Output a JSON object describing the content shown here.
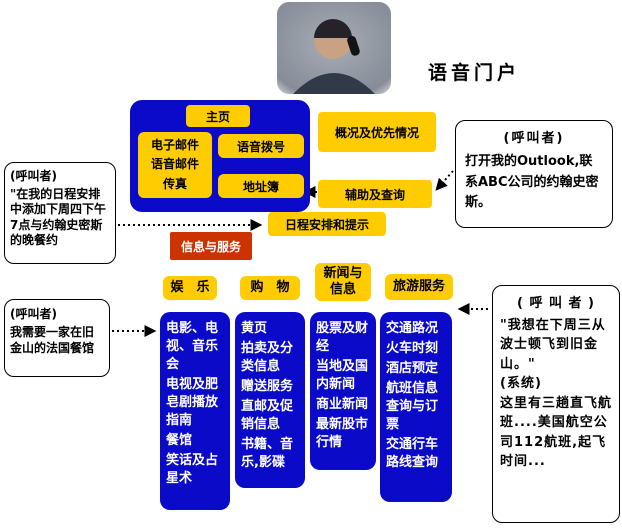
{
  "title": "语音门户",
  "colors": {
    "blue": "#0a0ac8",
    "yellow": "#ffcc00",
    "red": "#cc3300"
  },
  "home": {
    "label": "主页",
    "mail_lines": [
      "电子邮件",
      "语音邮件",
      "传真"
    ],
    "voice_dial": "语音拨号",
    "address_book": "地址簿"
  },
  "features": {
    "overview": "概况及优先情况",
    "assist": "辅助及查询",
    "schedule": "日程安排和提示"
  },
  "services_header": "信息与服务",
  "categories": [
    {
      "label": "娱　乐",
      "items": [
        "电影、电视、音乐会",
        "电视及肥皂剧播放指南",
        "餐馆",
        "笑话及占星术"
      ]
    },
    {
      "label": "购　物",
      "items": [
        "黄页",
        "拍卖及分类信息",
        "赠送服务",
        "直邮及促销信息",
        "书籍、音乐,影碟"
      ]
    },
    {
      "label": "新闻与信息",
      "items": [
        "股票及财经",
        "当地及国内新闻",
        "商业新闻",
        "最新股市行情"
      ]
    },
    {
      "label": "旅游服务",
      "items": [
        "交通路况",
        "火车时刻",
        "酒店预定",
        "航班信息查询与订票",
        "交通行车路线查询"
      ]
    }
  ],
  "callouts": {
    "left_top": {
      "speaker": "(呼叫者)",
      "text": "\"在我的日程安排中添加下周四下午7点与约翰史密斯的晚餐约"
    },
    "left_bottom": {
      "speaker": "(呼叫者)",
      "text": "我需要一家在旧金山的法国餐馆"
    },
    "right_top": {
      "speaker": "(呼叫者)",
      "text": "打开我的Outlook,联系ABC公司的约翰史密斯。"
    },
    "right_bottom": {
      "speaker": "( 呼 叫 者 )",
      "quote": "\"我想在下周三从波士顿飞到旧金山。\"",
      "system_label": "(系统)",
      "system_text": "这里有三趟直飞航班....美国航空公司112航班,起飞时间..."
    }
  }
}
